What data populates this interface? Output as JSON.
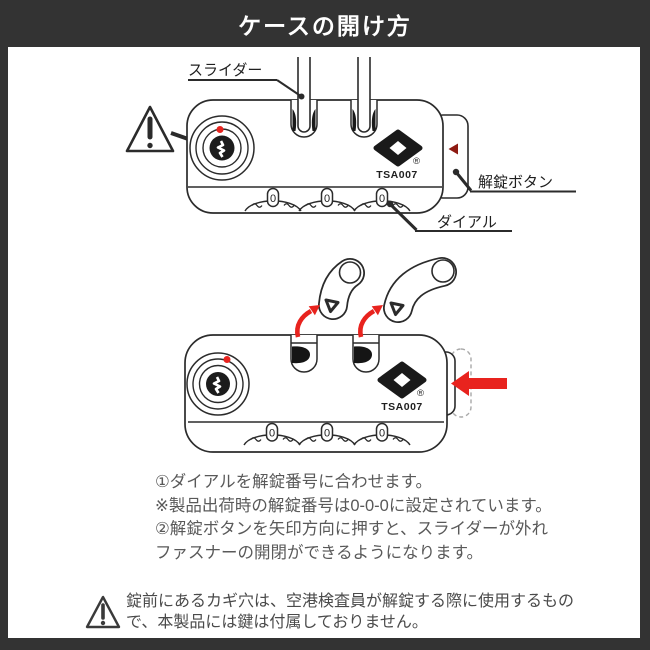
{
  "header": {
    "title": "ケースの開け方"
  },
  "diagram1": {
    "slider_label": "スライダー",
    "unlock_button_label": "解錠ボタン",
    "dial_label": "ダイアル"
  },
  "lock": {
    "brand": "TSA007",
    "registered_mark": "®",
    "dial_digits": [
      "0",
      "0",
      "0"
    ]
  },
  "instructions": {
    "lines": [
      "①ダイアルを解錠番号に合わせます。",
      "※製品出荷時の解錠番号は0-0-0に設定されています。",
      "②解錠ボタンを矢印方向に押すと、スライダーが外れ",
      "ファスナーの開閉ができるようになります。"
    ]
  },
  "warning": {
    "lines": [
      "錠前にあるカギ穴は、空港検査員が解錠する際に使用するもの",
      "で、本製品には鍵は付属しておりません。"
    ]
  },
  "colors": {
    "frame": "#333333",
    "line": "#2b2b2b",
    "accent_red": "#e8231e",
    "dark_red": "#8e1a12"
  }
}
